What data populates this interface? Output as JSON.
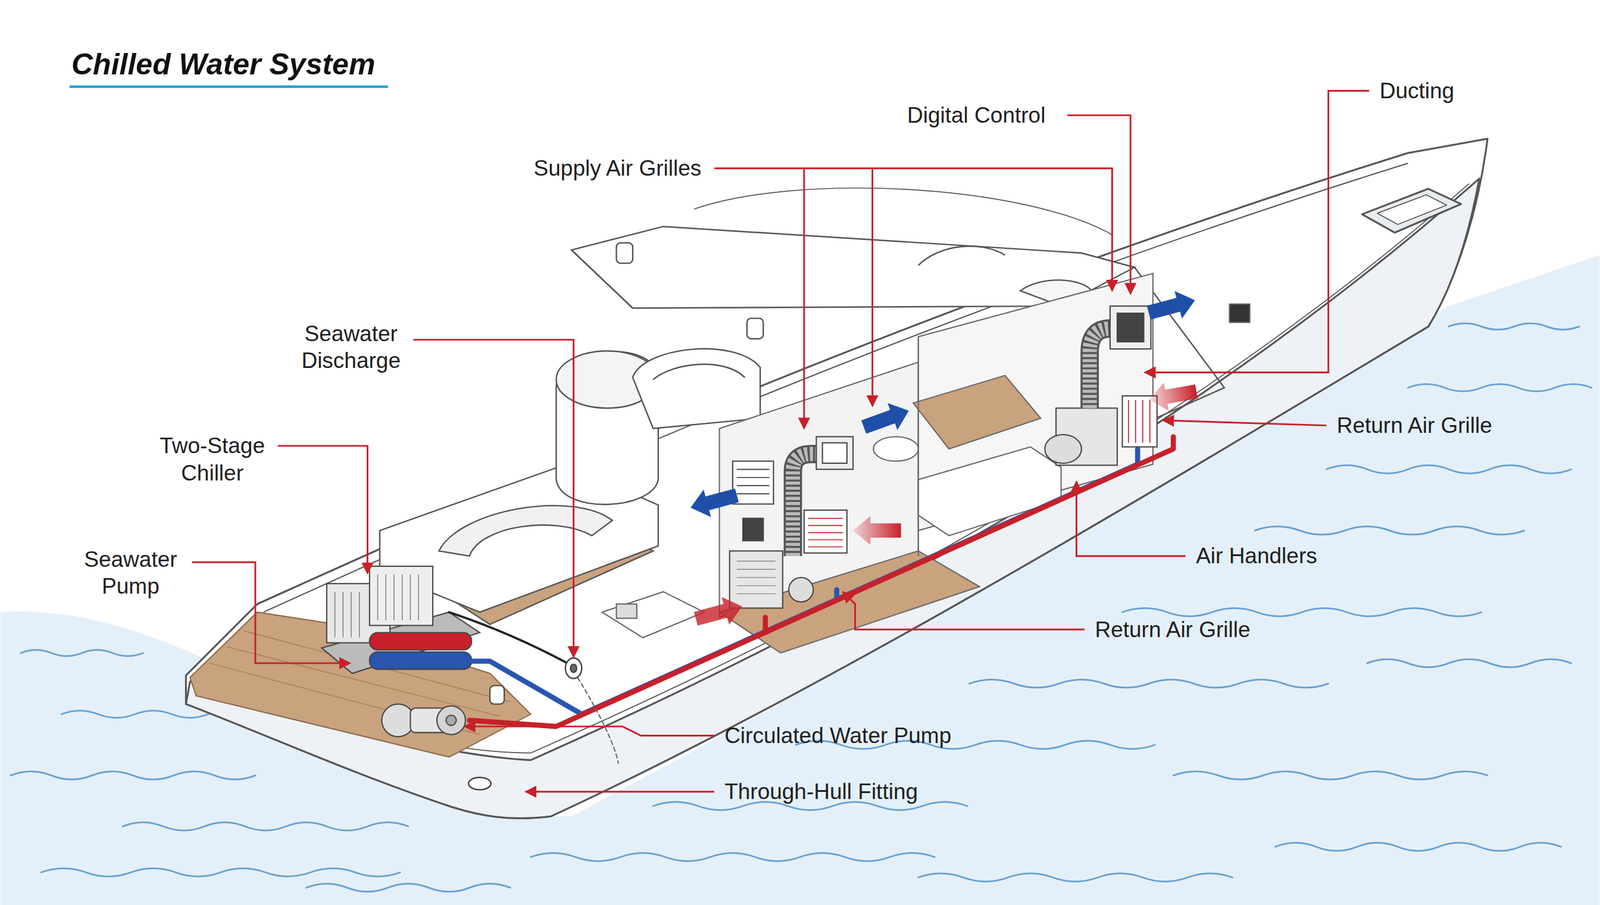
{
  "diagram": {
    "title": "Chilled Water System",
    "labels": [
      "Ducting",
      "Digital Control",
      "Supply Air Grilles",
      "Seawater Discharge",
      "Return Air Grille",
      "Two-Stage Chiller",
      "Air Handlers",
      "Seawater Pump",
      "Return Air Grille",
      "Circulated Water Pump",
      "Through-Hull Fitting"
    ]
  }
}
